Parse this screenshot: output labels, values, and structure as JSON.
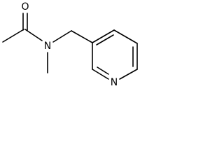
{
  "molecule": {
    "atoms": {
      "oxygen": "O",
      "amide_nitrogen": "N",
      "ring_nitrogen": "N"
    }
  }
}
